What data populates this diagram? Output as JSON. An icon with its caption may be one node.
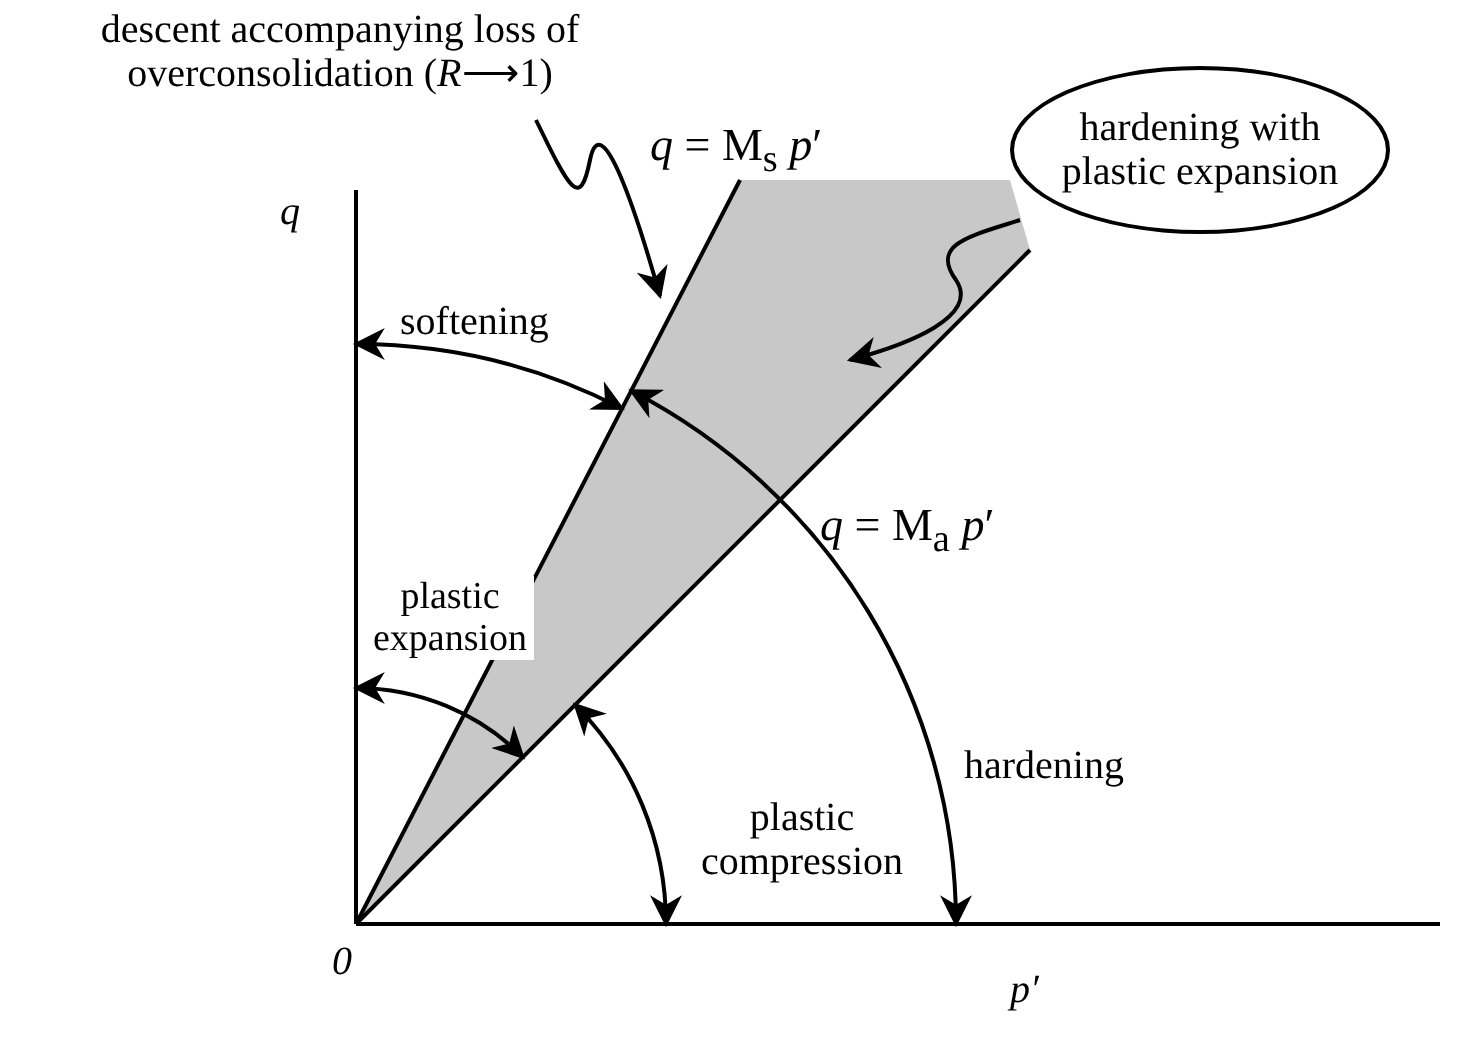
{
  "diagram": {
    "nodes": [
      {
        "text": [
          "descent accompanying loss of overconsolidation (*R*⟶1)"
        ]
      },
      {
        "text": [],
        "shape": "box"
      },
      {
        "text": [
          "hardening with plastic expansion"
        ]
      }
    ],
    "edges": [
      {
        "from": 0,
        "to": 1,
        "arrow": "to"
      },
      {
        "from": 2,
        "to": 1,
        "arrow": "to"
      }
    ],
    "labels": [
      "*q*",
      "0",
      "*p*′",
      "*q* = M$_{s}$ *p*′",
      "softening",
      "*q* = M$_{a}$ *p*′",
      "plastic expansion",
      "hardening",
      "plastic compression"
    ]
  }
}
